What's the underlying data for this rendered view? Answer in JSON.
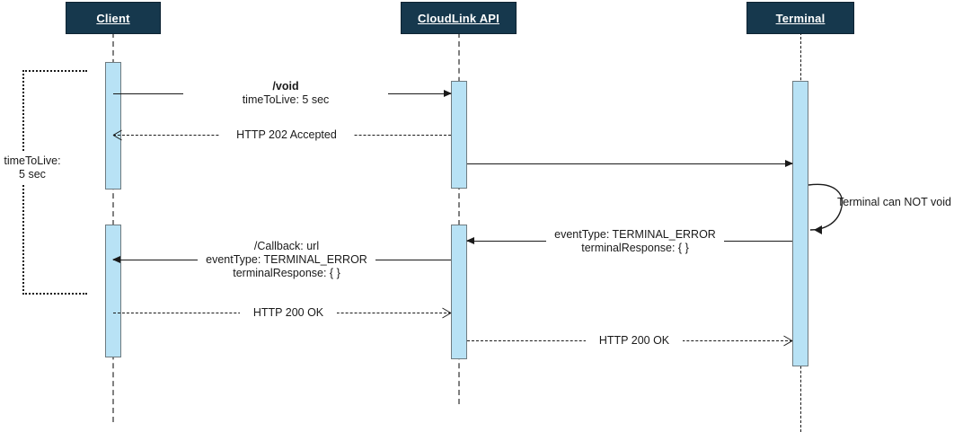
{
  "diagram": {
    "type": "sequence-diagram",
    "title": "CloudLink void with TERMINAL_ERROR callback",
    "colors": {
      "participant_box_fill": "#16384d",
      "participant_box_text": "#ffffff",
      "activation_fill": "#b8e2f5",
      "activation_border": "#6f7b80",
      "line": "#1a1a1a",
      "lifeline": "#808080",
      "background": "#ffffff"
    }
  },
  "participants": [
    {
      "id": "client",
      "label": "Client"
    },
    {
      "id": "cloudlink",
      "label": "CloudLink API"
    },
    {
      "id": "terminal",
      "label": "Terminal"
    }
  ],
  "duration_constraint": {
    "label_line1": "timeToLive:",
    "label_line2": "5 sec"
  },
  "messages": [
    {
      "id": "m1",
      "from": "client",
      "to": "cloudlink",
      "style": "solid",
      "direction": "right",
      "line1": "/void",
      "line1_bold": true,
      "line2": "timeToLive: 5 sec"
    },
    {
      "id": "m2",
      "from": "cloudlink",
      "to": "client",
      "style": "dashed",
      "direction": "left",
      "line1": "HTTP 202 Accepted"
    },
    {
      "id": "m3",
      "from": "cloudlink",
      "to": "terminal",
      "style": "solid",
      "direction": "right",
      "line1": ""
    },
    {
      "id": "m4",
      "from": "terminal",
      "to": "terminal",
      "style": "solid",
      "direction": "self",
      "prefix": "Terminal can ",
      "emphasis": "NOT",
      "suffix": " void"
    },
    {
      "id": "m5",
      "from": "terminal",
      "to": "cloudlink",
      "style": "solid",
      "direction": "left",
      "line1": "eventType: TERMINAL_ERROR",
      "line2": "terminalResponse: { }"
    },
    {
      "id": "m6",
      "from": "cloudlink",
      "to": "client",
      "style": "solid",
      "direction": "left",
      "line0": "/Callback: url",
      "line1": "eventType: TERMINAL_ERROR",
      "line2": "terminalResponse: { }"
    },
    {
      "id": "m7",
      "from": "client",
      "to": "cloudlink",
      "style": "dashed",
      "direction": "right",
      "line1": "HTTP 200 OK"
    },
    {
      "id": "m8",
      "from": "cloudlink",
      "to": "terminal",
      "style": "dashed",
      "direction": "right",
      "line1": "HTTP 200 OK"
    }
  ]
}
